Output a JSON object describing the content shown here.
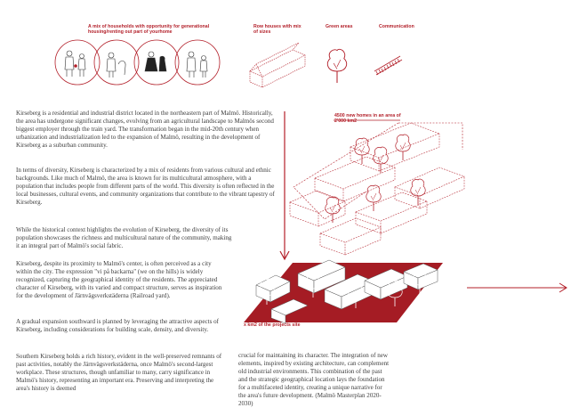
{
  "legend": {
    "households_label": "A mix of households with opportunity for generational housing/renting out part of yourhome",
    "row_houses_label": "Row houses with mix of sizes",
    "green_areas_label": "Green areas",
    "communication_label": "Communication"
  },
  "diagram": {
    "homes_label": "4500 new homes in an area of 2'000 km2",
    "site_label": "x km2 of the projects site"
  },
  "text": {
    "p1": "Kirseberg is a residential and industrial district located in the northeastern part of Malmö. Historically, the area has undergone significant changes, evolving from an agricultural landscape to Malmös second biggest employer through the train yard. The transformation began in the mid-20th century when urbanization and industrialization led to the expansion of Malmö, resulting in the development of Kirseberg as a suburban community.",
    "p2": "In terms of diversity, Kirseberg is characterized by a mix of residents from various cultural and ethnic backgrounds. Like much of Malmö, the area is known for its multicultural atmosphere, with a population that includes people from different parts of the world. This diversity is often reflected in the local businesses, cultural events, and community organizations that contribute to the vibrant tapestry of Kirseberg.",
    "p3": "While the historical context highlights the evolution of Kirseberg, the diversity of its population showcases the richness and multicultural nature of the community, making it an integral part of Malmö's social fabric.",
    "p4": "Kirseberg, despite its proximity to Malmö's center, is often perceived as a city within the city. The expression \"vi på backarna\" (we on the hills) is widely recognized, capturing the geographical identity of the residents. The appreciated character of Kirseberg, with its varied and compact structure, serves as inspiration for the development of Järnvägsverkstäderna (Railroad yard).",
    "p5": "A gradual expansion southward is planned by leveraging the attractive aspects of Kirseberg, including considerations for building scale, density, and diversity.",
    "p6": "Southern Kirseberg holds a rich history, evident in the well-preserved remnants of past activities, notably the Järnvägsverkstäderna, once Malmö's second-largest workplace. These structures, though unfamiliar to many, carry significance in Malmö's history, representing an important era. Preserving and interpreting the area's history is deemed",
    "p7": "crucial for maintaining its character. The integration of new elements, inspired by existing architecture, can complement old industrial environments. This combination of the past and the strategic geographical location lays the foundation for a multifaceted identity, creating a unique narrative for the area's future development. (Malmö Masterplan 2020-2030)"
  },
  "colors": {
    "accent": "#b3202a",
    "text": "#3d3d3d"
  }
}
